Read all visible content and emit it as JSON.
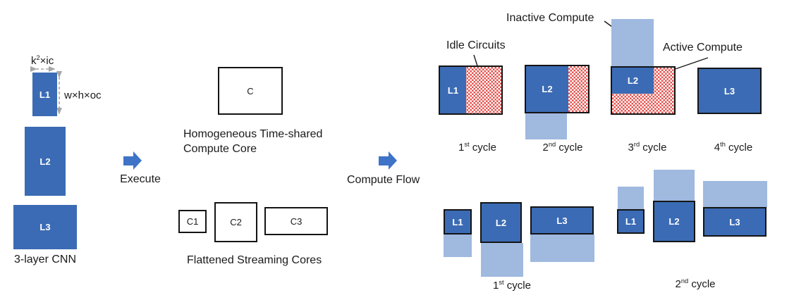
{
  "colors": {
    "layer_blue": "#3b6bb4",
    "inactive_blue": "#9fb9df",
    "idle_red": "#e4524d",
    "accent_arrow": "#3e73c8",
    "dim_gray": "#a6a6a6"
  },
  "cnn": {
    "dim_width": {
      "base": "k",
      "sup": "2",
      "tail": "×ic"
    },
    "dim_height": "w×h×oc",
    "layers": [
      "L1",
      "L2",
      "L3"
    ],
    "caption": "3-layer CNN"
  },
  "arrows": {
    "execute": "Execute",
    "compute_flow": "Compute Flow"
  },
  "timeshared": {
    "core_label": "C",
    "caption": [
      "Homogeneous Time-shared",
      "Compute Core"
    ],
    "cycles": [
      {
        "num": "1",
        "ord": "st",
        "word": " cycle",
        "layer": "L1"
      },
      {
        "num": "2",
        "ord": "nd",
        "word": " cycle",
        "layer": "L2"
      },
      {
        "num": "3",
        "ord": "rd",
        "word": " cycle",
        "layer": "L2"
      },
      {
        "num": "4",
        "ord": "th",
        "word": " cycle",
        "layer": "L3"
      }
    ]
  },
  "streaming": {
    "cores": [
      "C1",
      "C2",
      "C3"
    ],
    "caption": "Flattened Streaming Cores",
    "cycles": [
      {
        "num": "1",
        "ord": "st",
        "word": " cycle",
        "layers": [
          "L1",
          "L2",
          "L3"
        ]
      },
      {
        "num": "2",
        "ord": "nd",
        "word": " cycle",
        "layers": [
          "L1",
          "L2",
          "L3"
        ]
      }
    ]
  },
  "annotations": {
    "idle": "Idle Circuits",
    "inactive": "Inactive Compute",
    "active": "Active Compute"
  }
}
